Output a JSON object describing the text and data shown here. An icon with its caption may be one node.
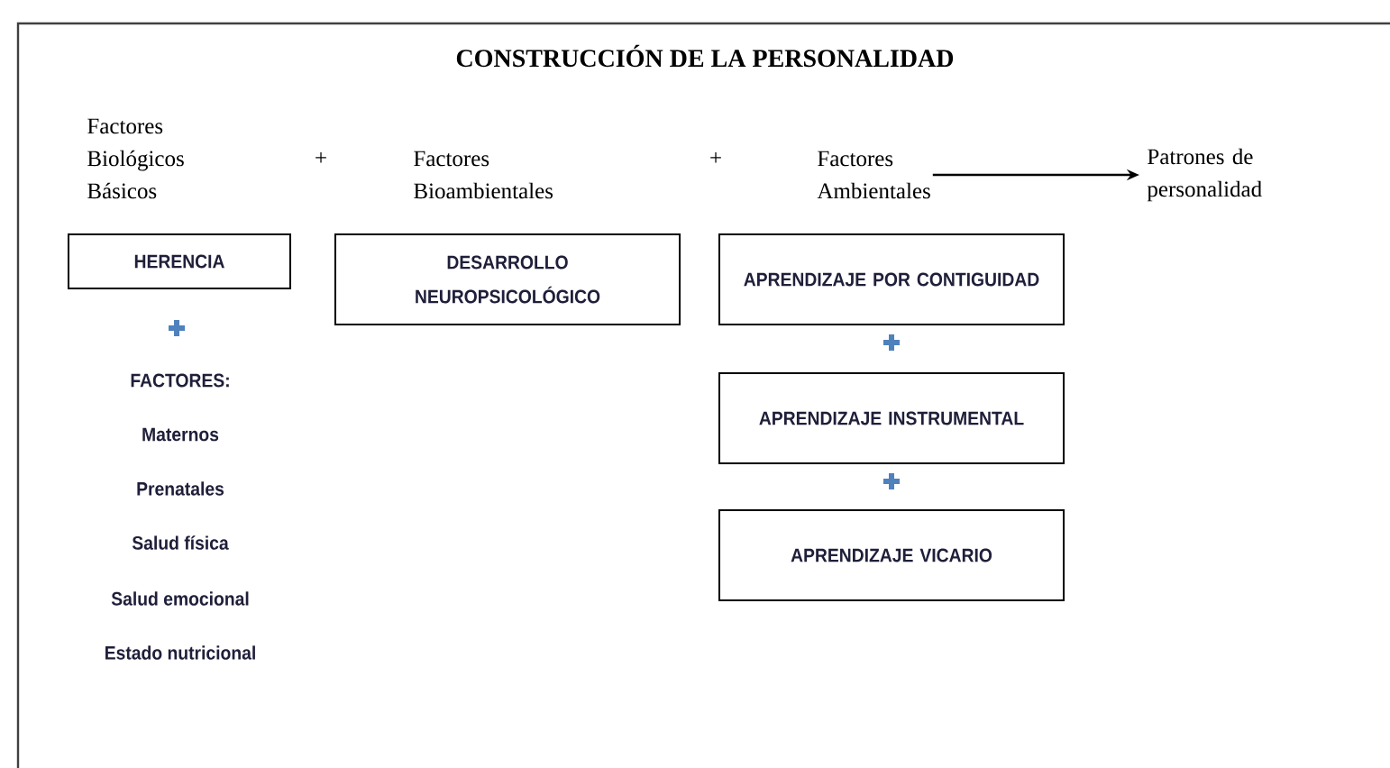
{
  "diagram": {
    "title": "CONSTRUCCIÓN DE LA PERSONALIDAD",
    "nodes": [
      {
        "text": [
          "Factores Ambientales"
        ]
      },
      {
        "text": [
          "Patrones de personalidad"
        ]
      },
      {
        "text": [
          "HERENCIA"
        ]
      },
      {
        "text": [
          "DESARROLLO NEUROPSICOLÓGICO"
        ]
      },
      {
        "text": [
          "APRENDIZAJE POR CONTIGUIDAD"
        ]
      },
      {
        "text": [
          "APRENDIZAJE INSTRUMENTAL"
        ]
      },
      {
        "text": [
          "APRENDIZAJE VICARIO"
        ]
      }
    ],
    "edges": [
      {
        "from": 0,
        "to": 1,
        "arrow": "to"
      }
    ],
    "labels": [
      "Factores Biológicos Básicos",
      "+",
      "Factores Bioambientales",
      "+",
      "FACTORES:",
      "Maternos",
      "Prenatales",
      "Salud física",
      "Salud emocional",
      "Estado nutricional"
    ]
  }
}
